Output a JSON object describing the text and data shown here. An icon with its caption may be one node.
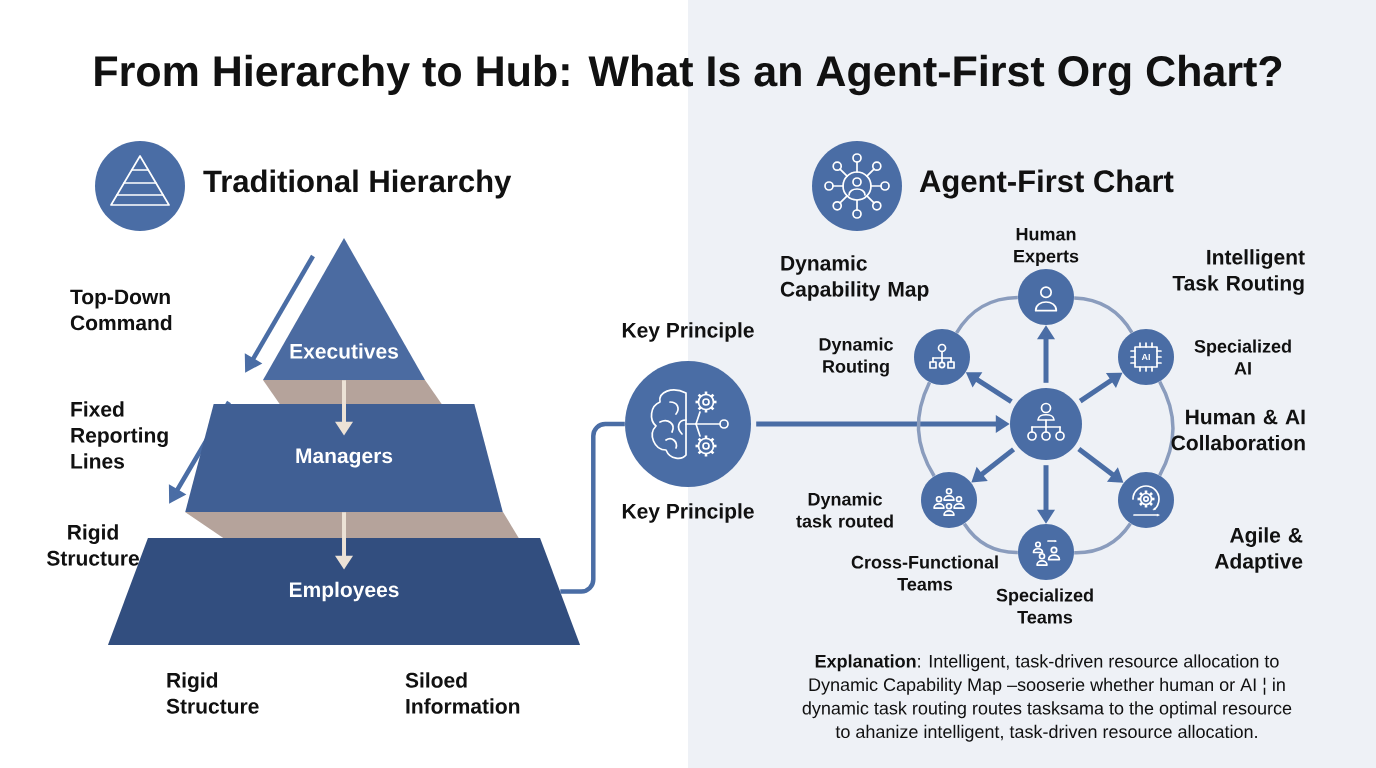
{
  "diagram": {
    "title": "From Hierarchy to Hub: What Is an Agent-First Org Chart?",
    "nodes": [
      {
        "text": [
          "Executives"
        ]
      },
      {
        "text": [
          "Managers"
        ]
      },
      {
        "text": [
          "Employees"
        ]
      },
      {
        "text": [
          "Key Principle",
          "Key Principle"
        ]
      },
      {
        "text": [
          "Human Experts"
        ]
      },
      {
        "text": [
          "Dynamic Routing"
        ]
      },
      {
        "text": [
          "AI",
          "Specialized AI"
        ]
      },
      {
        "text": [],
        "shape": "circle"
      },
      {
        "text": [
          "Dynamic task routed"
        ]
      },
      {
        "text": [],
        "shape": "circle"
      },
      {
        "text": [
          "Specialized Teams"
        ]
      }
    ],
    "edges": [
      {
        "from": 0,
        "to": 1,
        "arrow": "to",
        "color": "#ece2d6"
      },
      {
        "from": 1,
        "to": 2,
        "arrow": "to",
        "color": "#ece2d6"
      },
      {
        "from": 2,
        "to": 3,
        "arrow": "none"
      },
      {
        "from": 3,
        "to": 7,
        "arrow": "to"
      },
      {
        "from": 7,
        "to": 4,
        "arrow": "to"
      },
      {
        "from": 7,
        "to": 6,
        "arrow": "to"
      },
      {
        "from": 7,
        "to": 9,
        "arrow": "to"
      },
      {
        "from": 7,
        "to": 10,
        "arrow": "to"
      },
      {
        "from": 7,
        "to": 8,
        "arrow": "to"
      },
      {
        "from": 7,
        "to": 5,
        "arrow": "to"
      },
      {
        "from": 4,
        "to": 6,
        "arrow": "none",
        "color": "#8a9cbd"
      },
      {
        "from": 6,
        "to": 9,
        "arrow": "none",
        "color": "#8a9cbd"
      },
      {
        "from": 9,
        "to": 10,
        "arrow": "none",
        "color": "#8a9cbd"
      },
      {
        "from": 10,
        "to": 8,
        "arrow": "none",
        "color": "#8a9cbd"
      },
      {
        "from": 8,
        "to": 5,
        "arrow": "none",
        "color": "#8a9cbd"
      },
      {
        "from": 5,
        "to": 4,
        "arrow": "none",
        "color": "#8a9cbd"
      }
    ],
    "labels": [
      "Traditional Hierarchy",
      "Agent-First Chart",
      "Dynamic Capability Map",
      "Intelligent Task Routing",
      "Top-Down Command",
      "Fixed Reporting Lines",
      "Human & AI Collaboration",
      "Rigid Structure",
      "Cross-Functional Teams",
      "Agile & Adaptive",
      "Rigid Structure",
      "Siloed Information",
      "**Explanation**: Intelligent, task-driven resource allocation to Dynamic Capability Map –sooserie whether human or AI ¦ in dynamic task routing routes tasksama to the optimal resource to ahanize intelligent, task-driven resource allocation."
    ]
  }
}
